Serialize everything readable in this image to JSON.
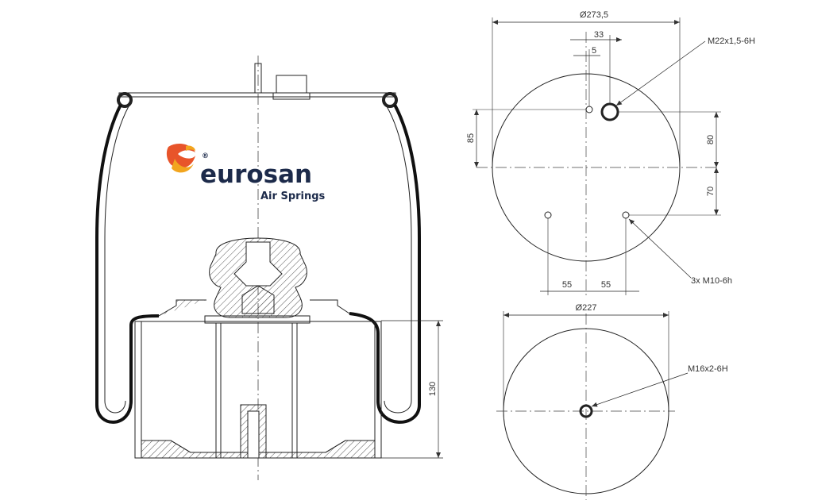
{
  "brand": {
    "name": "eurosan",
    "subtitle": "Air Springs",
    "registered_mark": "®",
    "colors": {
      "text": "#1c2a4a",
      "logo_orange": "#e8542a",
      "logo_yellow": "#f2a51e"
    }
  },
  "dimensions": {
    "side_view": {
      "height": "130"
    },
    "top_view": {
      "diameter": "Ø273,5",
      "offset_33": "33",
      "offset_5": "5",
      "height_85": "85",
      "height_80": "80",
      "height_70": "70",
      "spacing_left": "55",
      "spacing_right": "55",
      "callout_port": "M22x1,5-6H",
      "callout_bolts": "3x M10-6h"
    },
    "bottom_view": {
      "diameter": "Ø227",
      "callout_center": "M16x2-6H"
    }
  }
}
